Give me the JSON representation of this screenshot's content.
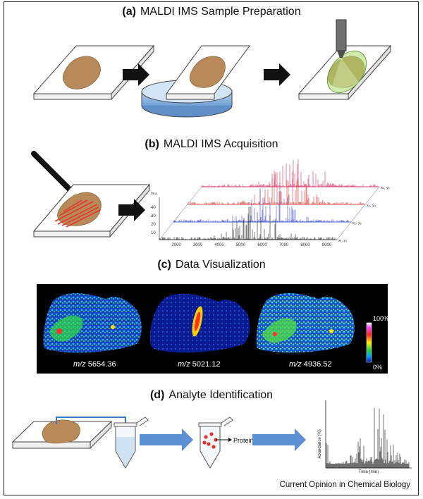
{
  "sections": {
    "a": {
      "letter": "(a)",
      "title": "MALDI IMS Sample Preparation"
    },
    "b": {
      "letter": "(b)",
      "title": "MALDI IMS Acquisition"
    },
    "c": {
      "letter": "(c)",
      "title": "Data Visualization"
    },
    "d": {
      "letter": "(d)",
      "title": "Analyte Identification"
    }
  },
  "spectra": {
    "y_axis_label": "m.u.",
    "y_ticks": [
      "10",
      "20",
      "30",
      "40"
    ],
    "x_ticks": [
      "2000",
      "3000",
      "4000",
      "5000",
      "6000",
      "7000",
      "8000",
      "9000"
    ],
    "coord_labels": [
      "xₙ, yₙ",
      "x₃, y₃",
      "x₂, y₂",
      "x₁, y₁"
    ]
  },
  "ion_images": {
    "labels": [
      {
        "prefix": "m/z",
        "value": "5654.36"
      },
      {
        "prefix": "m/z",
        "value": "5021.12"
      },
      {
        "prefix": "m/z",
        "value": "4936.52"
      }
    ],
    "scale_top": "100%",
    "scale_bottom": "0%"
  },
  "identification": {
    "protein_label": "Protein",
    "chrom_ylabel": "Abundance (%)",
    "chrom_xlabel": "Time (min)"
  },
  "footer": "Current Opinion in Chemical Biology"
}
